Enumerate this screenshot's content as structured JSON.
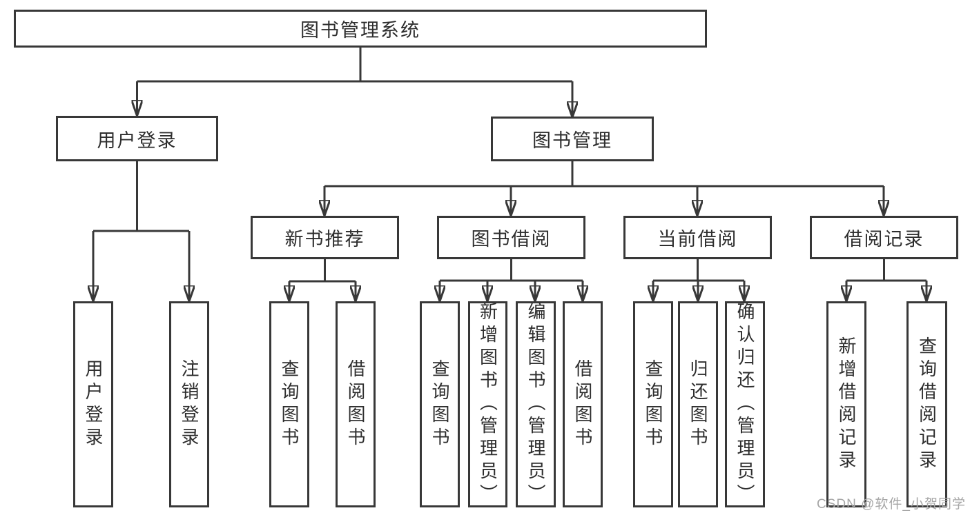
{
  "tree": {
    "root": "图书管理系统",
    "branches": [
      {
        "label": "用户登录",
        "children": [
          "用户登录",
          "注销登录"
        ]
      },
      {
        "label": "图书管理",
        "children": [
          {
            "label": "新书推荐",
            "children": [
              "查询图书",
              "借阅图书"
            ]
          },
          {
            "label": "图书借阅",
            "children": [
              "查询图书",
              "新增图书（管理员）",
              "编辑图书（管理员）",
              "借阅图书"
            ]
          },
          {
            "label": "当前借阅",
            "children": [
              "查询图书",
              "归还图书",
              "确认归还（管理员）"
            ]
          },
          {
            "label": "借阅记录",
            "children": [
              "新增借阅记录",
              "查询借阅记录"
            ]
          }
        ]
      }
    ]
  },
  "watermark": "CSDN @软件_小贺同学",
  "colors": {
    "line": "#383838",
    "text": "#2e2e2e",
    "watermark": "#a6a6a6",
    "background": "#ffffff"
  }
}
